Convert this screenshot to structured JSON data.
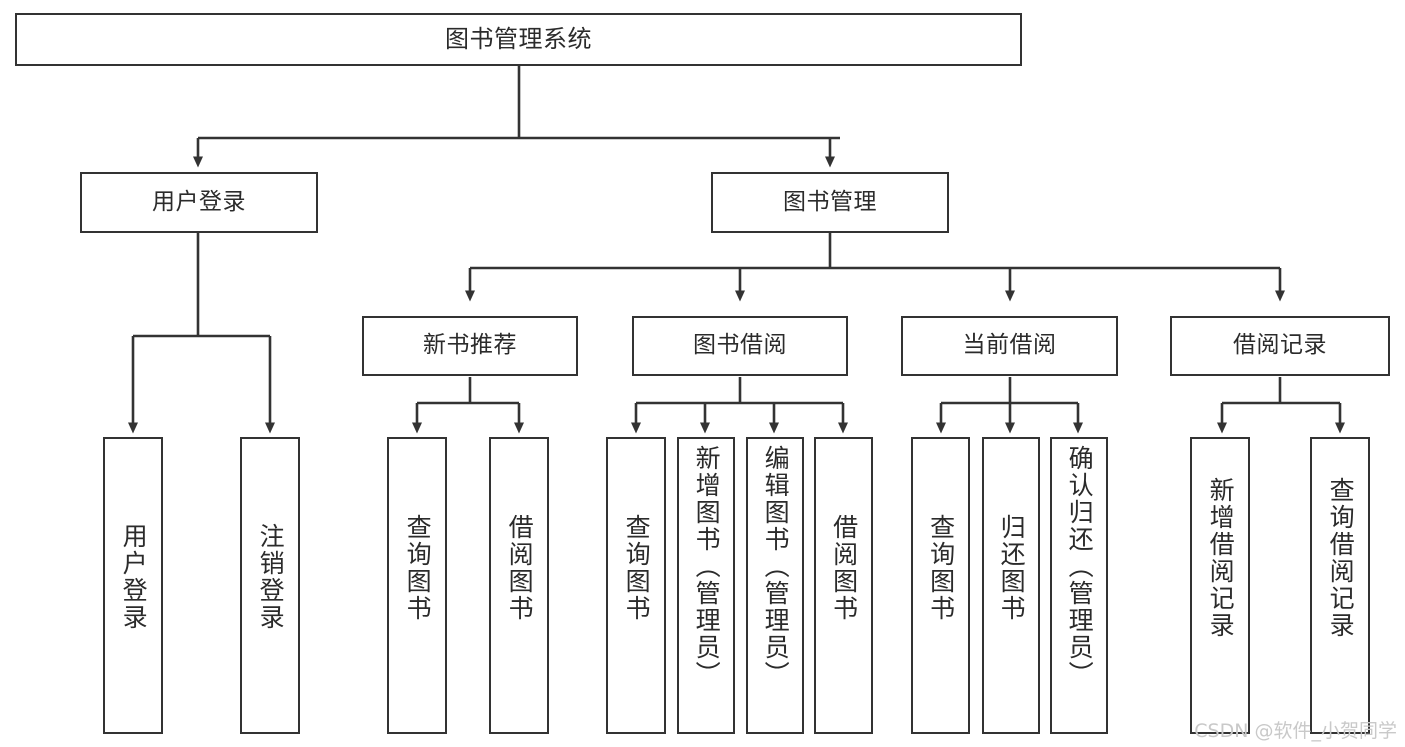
{
  "diagram": {
    "title": "图书管理系统",
    "type": "tree-hierarchy-diagram",
    "stroke_color": "#333333",
    "fill_color": "#ffffff",
    "text_color": "#2b2b2b",
    "root": {
      "label": "图书管理系统"
    },
    "level1": [
      {
        "label": "用户登录"
      },
      {
        "label": "图书管理"
      }
    ],
    "level2": [
      {
        "label": "新书推荐"
      },
      {
        "label": "图书借阅"
      },
      {
        "label": "当前借阅"
      },
      {
        "label": "借阅记录"
      }
    ],
    "leaves": {
      "user_login": [
        {
          "label": "用户登录"
        },
        {
          "label": "注销登录"
        }
      ],
      "new_book_recommend": [
        {
          "label": "查询图书"
        },
        {
          "label": "借阅图书"
        }
      ],
      "book_borrow": [
        {
          "label": "查询图书"
        },
        {
          "label": "新增图书（管理员）"
        },
        {
          "label": "编辑图书（管理员）"
        },
        {
          "label": "借阅图书"
        }
      ],
      "current_borrow": [
        {
          "label": "查询图书"
        },
        {
          "label": "归还图书"
        },
        {
          "label": "确认归还（管理员）"
        }
      ],
      "borrow_record": [
        {
          "label": "新增借阅记录"
        },
        {
          "label": "查询借阅记录"
        }
      ]
    }
  },
  "watermark": {
    "text": "CSDN @软件_小贺同学"
  }
}
